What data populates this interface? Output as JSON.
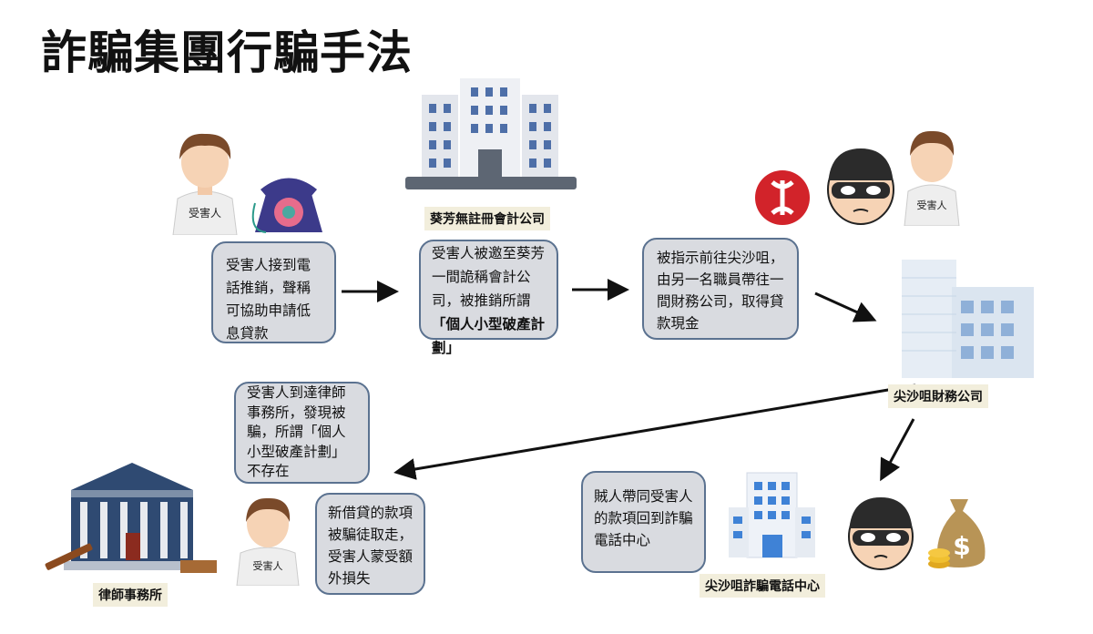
{
  "title": "詐騙集團行騙手法",
  "labels": {
    "kwai_fong_company": "葵芳無註冊會計公司",
    "tst_finance": "尖沙咀財務公司",
    "law_firm": "律師事務所",
    "tst_call_center": "尖沙咀詐騙電話中心",
    "victim": "受害人"
  },
  "steps": {
    "s1": "受害人接到電話推銷，聲稱可協助申請低息貸款",
    "s2a": "受害人被邀至葵芳一間詭稱會計公司，被推銷所謂",
    "s2b": "「個人小型破產計劃」",
    "s3": "被指示前往尖沙咀，由另一名職員帶往一間財務公司，取得貸款現金",
    "s4": "賊人帶同受害人的款項回到詐騙電話中心",
    "s5": "受害人到達律師事務所，發現被騙，所謂「個人小型破產計劃」不存在",
    "s6": "新借貸的款項被騙徒取走，受害人蒙受額外損失"
  },
  "colors": {
    "box_bg": "#d9dbe0",
    "box_border": "#5b7290",
    "label_bg": "#f2eedc"
  }
}
